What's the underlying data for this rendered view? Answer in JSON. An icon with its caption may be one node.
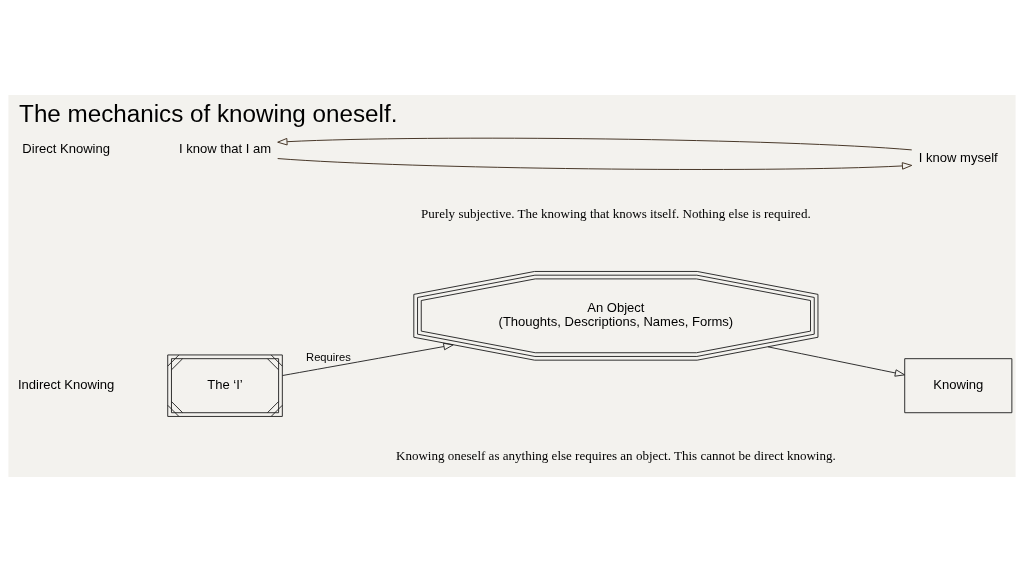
{
  "diagram": {
    "title": "The mechanics of knowing oneself.",
    "nodes": [
      {
        "text": [
          "The ‘I’"
        ]
      },
      {
        "text": [
          "An Object",
          "(Thoughts, Descriptions, Names, Forms)"
        ]
      },
      {
        "text": [
          "Knowing"
        ]
      },
      {
        "text": [
          "I know that I am"
        ]
      },
      {
        "text": [
          "I know myself"
        ]
      }
    ],
    "edges": [
      {
        "from": 0,
        "to": 1,
        "arrow": "to",
        "label": "Requires"
      },
      {
        "from": 1,
        "to": 2,
        "arrow": "to"
      },
      {
        "from": 3,
        "to": 4,
        "arrow": "to",
        "color": "#3b2a1a"
      },
      {
        "from": 4,
        "to": 3,
        "arrow": "to",
        "color": "#3b2a1a"
      }
    ],
    "labels": [
      "Indirect Knowing",
      "Knowing oneself as anything else requires an object. This cannot be direct knowing.",
      "Direct Knowing",
      "Purely subjective. The knowing that knows itself. Nothing else is required."
    ]
  }
}
